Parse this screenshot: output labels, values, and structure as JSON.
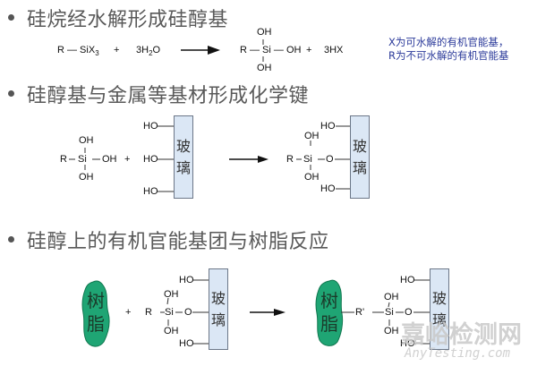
{
  "section1": {
    "heading": "硅烷经水解形成硅醇基",
    "reaction": {
      "reactant1": "R — SiX",
      "reactant1_sub": "3",
      "plus1": "+",
      "reactant2_pre": "3H",
      "reactant2_sub": "2",
      "reactant2_post": "O",
      "product_top": "OH",
      "product_mid": "R — Si — OH",
      "product_bottom": "OH",
      "plus2": "+",
      "byproduct": "3HX"
    },
    "note": [
      "X为可水解的有机官能基，",
      "R为不可水解的有机官能基"
    ]
  },
  "section2": {
    "heading": "硅醇基与金属等基材形成化学键",
    "silanol": {
      "top": "OH",
      "left": "R",
      "center": "Si",
      "right": "OH",
      "bottom": "OH"
    },
    "plus": "+",
    "hydroxyls": [
      "HO",
      "HO",
      "HO"
    ],
    "glass_label": [
      "玻",
      "璃"
    ],
    "product": {
      "top": "OH",
      "left": "R",
      "center": "Si",
      "link": "O",
      "bottom": "OH",
      "hydroxyls": [
        "HO",
        "HO"
      ]
    }
  },
  "section3": {
    "heading": "硅醇上的有机官能基团与树脂反应",
    "resin_label": [
      "树",
      "脂"
    ],
    "plus": "+",
    "reactant": {
      "top": "OH",
      "left": "R",
      "center": "Si",
      "link": "O",
      "bottom": "OH",
      "hydroxyls": [
        "HO",
        "HO"
      ]
    },
    "glass_label": [
      "玻",
      "璃"
    ],
    "product": {
      "linker": "R'",
      "top": "OH",
      "center": "Si",
      "link": "O",
      "bottom": "OH",
      "hydroxyls": [
        "HO",
        "HO"
      ]
    }
  },
  "watermark": {
    "cn": "嘉峪检测网",
    "en": "AnyTesting.com"
  },
  "colors": {
    "heading": "#595959",
    "note": "#2b3a9a",
    "glass_fill": "#dbe7f5",
    "resin_fill": "#1fa574"
  }
}
